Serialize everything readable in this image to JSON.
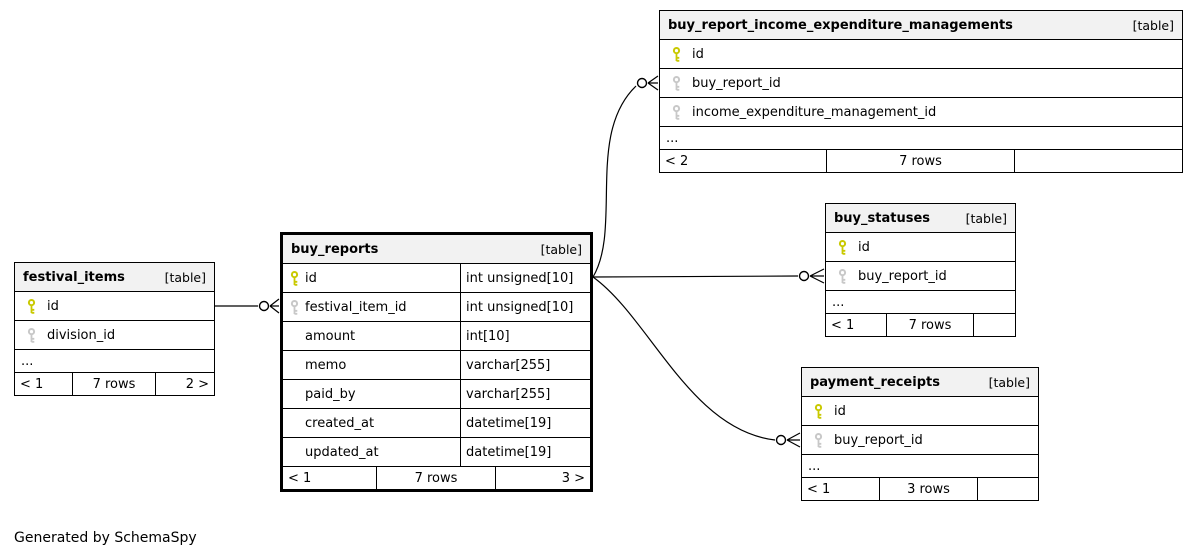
{
  "page": {
    "note": "Generated by SchemaSpy"
  },
  "colors": {
    "primary_key_icon": "#c9c900",
    "foreign_key_icon": "#c8c8c8",
    "header_background": "#f2f2f2",
    "border": "#000000",
    "background": "#ffffff"
  },
  "tables": {
    "festival_items": {
      "name": "festival_items",
      "tag": "[table]",
      "columns": [
        {
          "name": "id",
          "key": "primary"
        },
        {
          "name": "division_id",
          "key": "foreign"
        }
      ],
      "ellipsis": "...",
      "footer": {
        "left": "< 1",
        "center": "7 rows",
        "right": "2 >"
      }
    },
    "buy_reports": {
      "name": "buy_reports",
      "tag": "[table]",
      "columns": [
        {
          "name": "id",
          "type": "int unsigned[10]",
          "key": "primary"
        },
        {
          "name": "festival_item_id",
          "type": "int unsigned[10]",
          "key": "foreign"
        },
        {
          "name": "amount",
          "type": "int[10]"
        },
        {
          "name": "memo",
          "type": "varchar[255]"
        },
        {
          "name": "paid_by",
          "type": "varchar[255]"
        },
        {
          "name": "created_at",
          "type": "datetime[19]"
        },
        {
          "name": "updated_at",
          "type": "datetime[19]"
        }
      ],
      "footer": {
        "left": "< 1",
        "center": "7 rows",
        "right": "3 >"
      }
    },
    "buy_report_income_expenditure_managements": {
      "name": "buy_report_income_expenditure_managements",
      "tag": "[table]",
      "columns": [
        {
          "name": "id",
          "key": "primary"
        },
        {
          "name": "buy_report_id",
          "key": "foreign"
        },
        {
          "name": "income_expenditure_management_id",
          "key": "foreign"
        }
      ],
      "ellipsis": "...",
      "footer": {
        "left": "< 2",
        "center": "7 rows",
        "right": ""
      }
    },
    "buy_statuses": {
      "name": "buy_statuses",
      "tag": "[table]",
      "columns": [
        {
          "name": "id",
          "key": "primary"
        },
        {
          "name": "buy_report_id",
          "key": "foreign"
        }
      ],
      "ellipsis": "...",
      "footer": {
        "left": "< 1",
        "center": "7 rows",
        "right": ""
      }
    },
    "payment_receipts": {
      "name": "payment_receipts",
      "tag": "[table]",
      "columns": [
        {
          "name": "id",
          "key": "primary"
        },
        {
          "name": "buy_report_id",
          "key": "foreign"
        }
      ],
      "ellipsis": "...",
      "footer": {
        "left": "< 1",
        "center": "3 rows",
        "right": ""
      }
    }
  },
  "relationships": [
    {
      "from": "festival_items.id",
      "to": "buy_reports.festival_item_id"
    },
    {
      "from": "buy_reports.id",
      "to": "buy_report_income_expenditure_managements.buy_report_id"
    },
    {
      "from": "buy_reports.id",
      "to": "buy_statuses.buy_report_id"
    },
    {
      "from": "buy_reports.id",
      "to": "payment_receipts.buy_report_id"
    }
  ]
}
